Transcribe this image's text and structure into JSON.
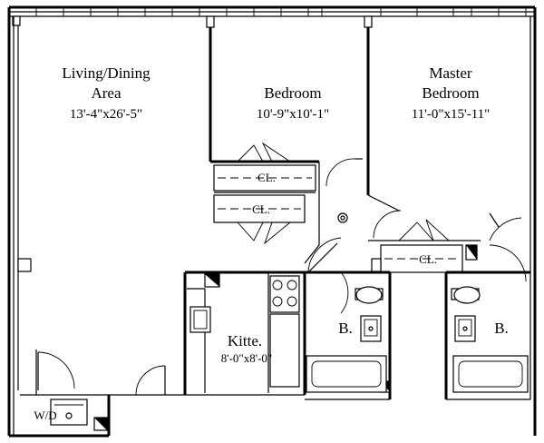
{
  "rooms": {
    "living_dining": {
      "name_line1": "Living/Dining",
      "name_line2": "Area",
      "dims": "13'-4\"x26'-5\""
    },
    "bedroom": {
      "name": "Bedroom",
      "dims": "10'-9\"x10'-1\""
    },
    "master_bedroom": {
      "name_line1": "Master",
      "name_line2": "Bedroom",
      "dims": "11'-0\"x15'-11\""
    },
    "kitchen": {
      "name": "Kitte.",
      "dims": "8'-0\"x8'-0\""
    },
    "closet_1": {
      "label": "CL."
    },
    "closet_2": {
      "label": "CL."
    },
    "closet_3": {
      "label": "CL."
    },
    "bath_1": {
      "label": "B."
    },
    "bath_2": {
      "label": "B."
    },
    "laundry": {
      "label": "W/D"
    }
  }
}
